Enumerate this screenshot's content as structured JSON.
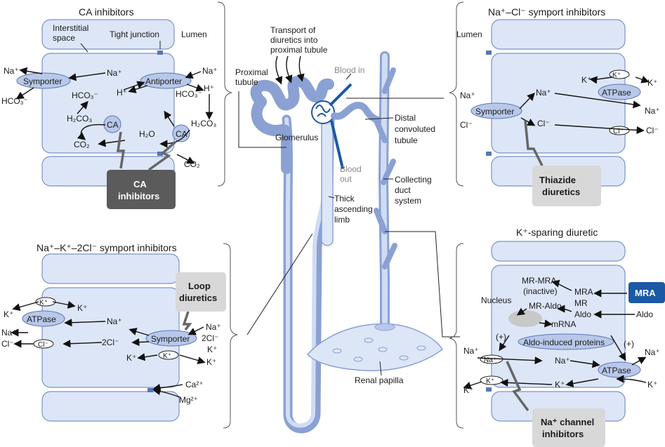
{
  "nephron": {
    "transport_label": [
      "Transport of",
      "diuretics into",
      "proximal tubule"
    ],
    "proximal_tubule": [
      "Proximal",
      "tubule"
    ],
    "blood_in": "Blood in",
    "blood_out": [
      "Blood",
      "out"
    ],
    "glomerulus": "Glomerulus",
    "distal": [
      "Distal",
      "convoluted",
      "tubule"
    ],
    "collecting": [
      "Collecting",
      "duct",
      "system"
    ],
    "thick_limb": [
      "Thick",
      "ascending",
      "limb"
    ],
    "renal_papilla": "Renal papilla"
  },
  "ca_panel": {
    "title": "CA inhibitors",
    "interstitial": [
      "Interstitial",
      "space"
    ],
    "tight_junction": "Tight junction",
    "lumen": "Lumen",
    "symporter": "Symporter",
    "antiporter": "Antiporter",
    "na": "Na⁺",
    "hco3": "HCO₃⁻",
    "h": "H⁺",
    "h2co3": "H₂CO₃",
    "h2o": "H₂O",
    "co2": "CO₂",
    "ca": "CA",
    "drug": [
      "CA",
      "inhibitors"
    ]
  },
  "thiazide_panel": {
    "title": "Na⁺–Cl⁻ symport inhibitors",
    "lumen": "Lumen",
    "k": "K⁺",
    "na": "Na⁺",
    "cl": "Cl⁻",
    "atpase": "ATPase",
    "symporter": "Symporter",
    "drug": [
      "Thiazide",
      "diuretics"
    ]
  },
  "loop_panel": {
    "title": "Na⁺–K⁺–2Cl⁻ symport inhibitors",
    "k": "K⁺",
    "na": "Na⁺",
    "cl": "Cl⁻",
    "twocl": "2Cl⁻",
    "atpase": "ATPase",
    "symporter": "Symporter",
    "ca": "Ca²⁺",
    "mg": "Mg²⁺",
    "drug": [
      "Loop",
      "diuretics"
    ]
  },
  "ksparing_panel": {
    "title": "K⁺-sparing diuretic",
    "mr_mra": "MR-MRA",
    "inactive": "(inactive)",
    "mra": "MRA",
    "mr": "MR",
    "mr_aldo": "MR-Aldo",
    "aldo": "Aldo",
    "nucleus": "Nucleus",
    "mrna": "mRNA",
    "proteins": "Aldo-induced proteins",
    "plus": "(+)",
    "na": "Na⁺",
    "k": "K⁺",
    "atpase": "ATPase",
    "drug_mra": "MRA",
    "drug": [
      "Na⁺ channel",
      "inhibitors"
    ]
  },
  "colors": {
    "tubule": "#8ba1d3",
    "cell": "#dde6f7",
    "transporter": "#b9c8e9",
    "mra_box": "#1b58a6",
    "dark_box": "#5b5b5b",
    "light_box": "#d8d8d8"
  }
}
